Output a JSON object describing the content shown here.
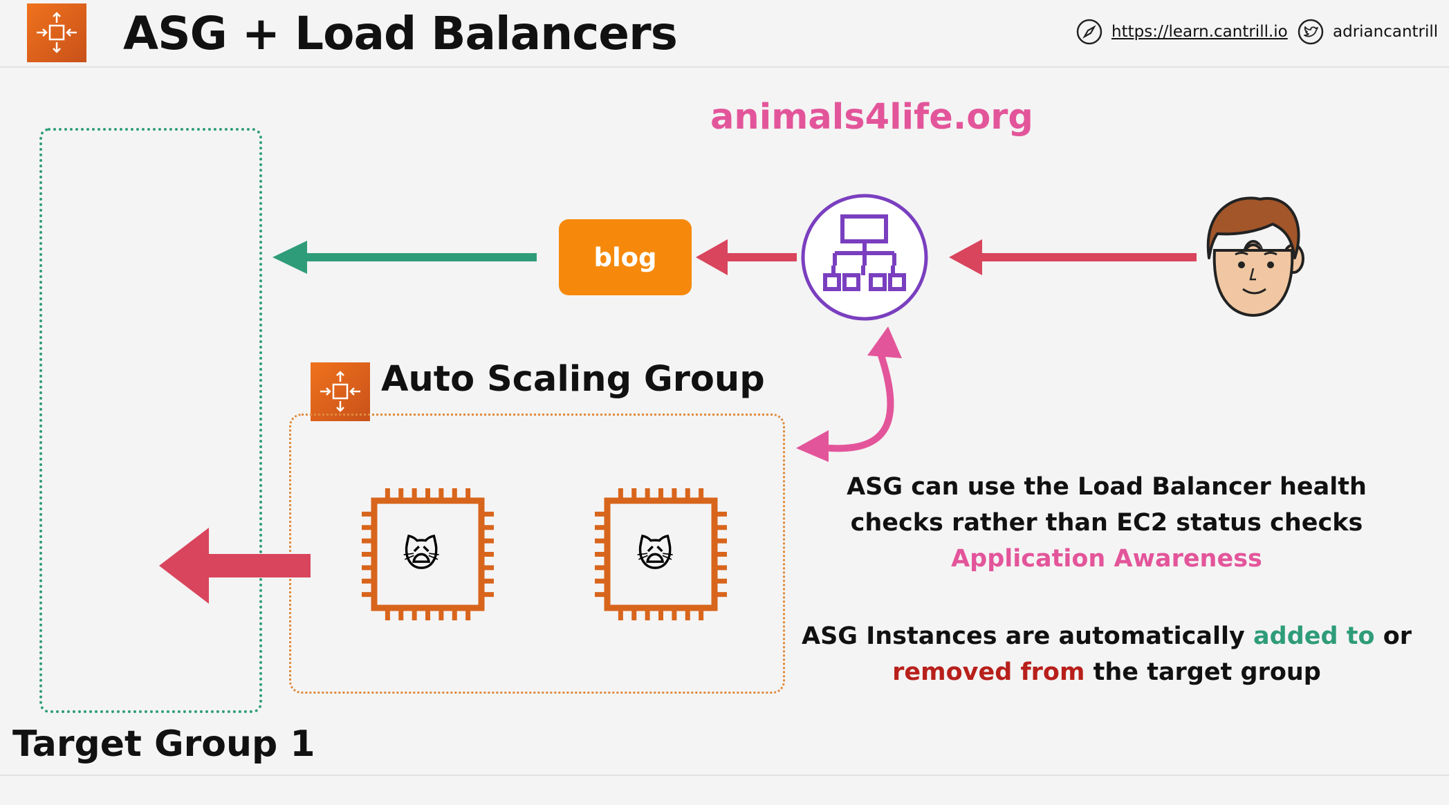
{
  "header": {
    "title": "ASG + Load Balancers",
    "website": "https://learn.cantrill.io",
    "twitter_handle": "adriancantrill",
    "logo_icon": "auto-scaling-icon",
    "logo_color": "#e8651c"
  },
  "diagram": {
    "domain": "animals4life.org",
    "blog_label": "blog",
    "asg_label": "Auto Scaling Group",
    "target_group_label": "Target Group 1",
    "load_balancer_icon": "load-balancer-hierarchy-icon",
    "user_icon": "user-face-icon",
    "instance_icon": "ec2-instance-chip-icon",
    "instance_emoji": "🙀",
    "colors": {
      "domain": "#e3559a",
      "blog": "#f6890b",
      "load_balancer": "#7a3fbf",
      "arrow_green": "#2f9c79",
      "arrow_red": "#d9455d",
      "arrow_pink": "#e3559a",
      "chip": "#d8651c"
    }
  },
  "notes": {
    "health_line1": "ASG can use the Load Balancer health",
    "health_line2": "checks rather than EC2 status checks",
    "awareness": "Application Awareness",
    "instances_part1": "ASG Instances are automatically ",
    "instances_added": "added to",
    "instances_part2": " or",
    "instances_removed": "removed from",
    "instances_part3": " the target group"
  }
}
